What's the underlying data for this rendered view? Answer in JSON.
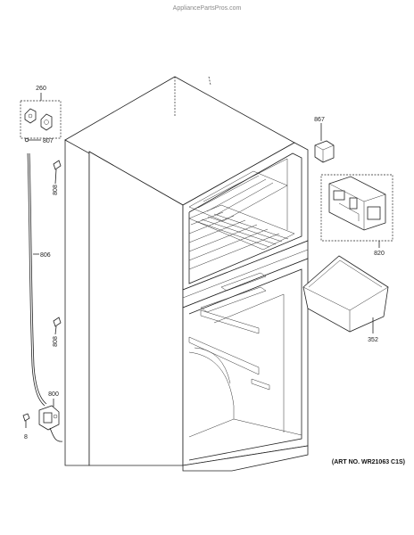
{
  "watermark": "AppliancePartsPros.com",
  "art_number": "(ART NO. WR21063 C1S)",
  "callouts": {
    "c260": "260",
    "c807": "807",
    "c808a": "808",
    "c806": "806",
    "c808b": "808",
    "c800": "800",
    "c8": "8",
    "c867": "867",
    "c820": "820",
    "c352": "352"
  }
}
